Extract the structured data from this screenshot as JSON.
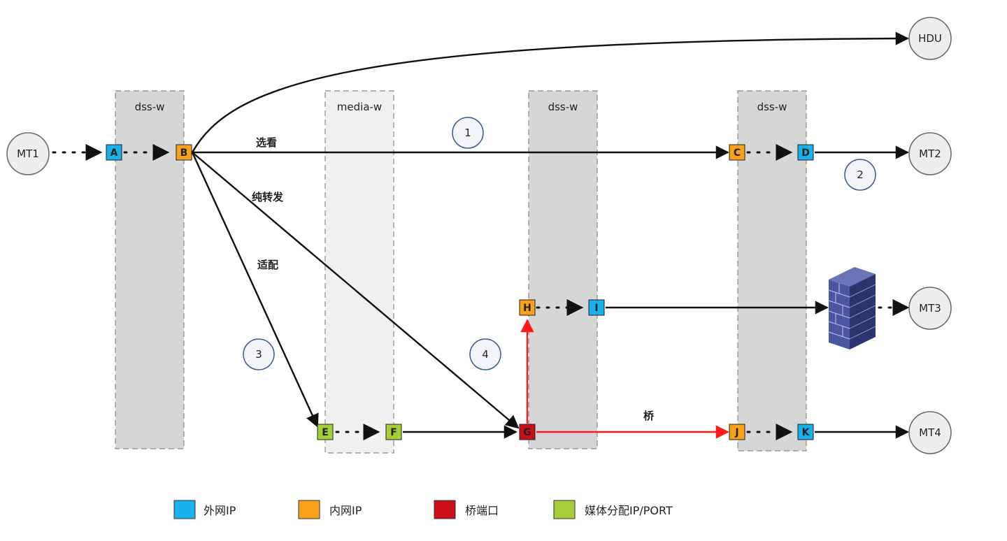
{
  "columns": [
    {
      "id": "col1",
      "label": "dss-w",
      "color": "#d6d6d6"
    },
    {
      "id": "col2",
      "label": "media-w",
      "color": "#f0f0f0"
    },
    {
      "id": "col3",
      "label": "dss-w",
      "color": "#d6d6d6"
    },
    {
      "id": "col4",
      "label": "dss-w",
      "color": "#d6d6d6"
    }
  ],
  "nodes": [
    {
      "id": "MT1",
      "label": "MT1"
    },
    {
      "id": "HDU",
      "label": "HDU"
    },
    {
      "id": "MT2",
      "label": "MT2"
    },
    {
      "id": "MT3",
      "label": "MT3"
    },
    {
      "id": "MT4",
      "label": "MT4"
    }
  ],
  "ports": [
    {
      "id": "A",
      "label": "A",
      "kind": "external"
    },
    {
      "id": "B",
      "label": "B",
      "kind": "internal"
    },
    {
      "id": "C",
      "label": "C",
      "kind": "internal"
    },
    {
      "id": "D",
      "label": "D",
      "kind": "external"
    },
    {
      "id": "E",
      "label": "E",
      "kind": "media"
    },
    {
      "id": "F",
      "label": "F",
      "kind": "media"
    },
    {
      "id": "G",
      "label": "G",
      "kind": "bridge"
    },
    {
      "id": "H",
      "label": "H",
      "kind": "internal"
    },
    {
      "id": "I",
      "label": "I",
      "kind": "external"
    },
    {
      "id": "J",
      "label": "J",
      "kind": "internal"
    },
    {
      "id": "K",
      "label": "K",
      "kind": "external"
    }
  ],
  "edge_labels": {
    "select": "选看",
    "forward": "纯转发",
    "adapt": "适配",
    "bridge": "桥"
  },
  "numbers": [
    "1",
    "2",
    "3",
    "4"
  ],
  "legend": [
    {
      "kind": "external",
      "label": "外网IP",
      "color": "#1ab0ec"
    },
    {
      "kind": "internal",
      "label": "内网IP",
      "color": "#f9a11b"
    },
    {
      "kind": "bridge",
      "label": "桥端口",
      "color": "#c9101a"
    },
    {
      "kind": "media",
      "label": "媒体分配IP/PORT",
      "color": "#a6ce39"
    }
  ],
  "colors": {
    "external": "#1ab0ec",
    "internal": "#f9a11b",
    "bridge": "#c9101a",
    "media": "#a6ce39",
    "bridge_line": "#ff1a1a",
    "firewall": "#3f4a8f"
  },
  "icons": [
    "firewall-icon"
  ]
}
